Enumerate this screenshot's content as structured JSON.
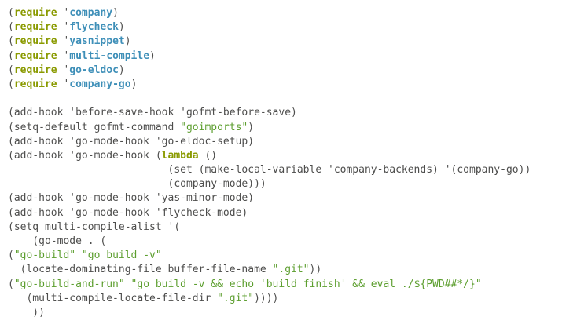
{
  "editor": {
    "colors": {
      "background": "#ffffff",
      "text": "#4d4d4c",
      "keyword": "#8a9a00",
      "quoted_symbol": "#3e8fb8",
      "string": "#5c9e2e"
    },
    "lines": [
      [
        {
          "t": "(",
          "c": "plain"
        },
        {
          "t": "require",
          "c": "kw"
        },
        {
          "t": " '",
          "c": "plain"
        },
        {
          "t": "company",
          "c": "sym"
        },
        {
          "t": ")",
          "c": "plain"
        }
      ],
      [
        {
          "t": "(",
          "c": "plain"
        },
        {
          "t": "require",
          "c": "kw"
        },
        {
          "t": " '",
          "c": "plain"
        },
        {
          "t": "flycheck",
          "c": "sym"
        },
        {
          "t": ")",
          "c": "plain"
        }
      ],
      [
        {
          "t": "(",
          "c": "plain"
        },
        {
          "t": "require",
          "c": "kw"
        },
        {
          "t": " '",
          "c": "plain"
        },
        {
          "t": "yasnippet",
          "c": "sym"
        },
        {
          "t": ")",
          "c": "plain"
        }
      ],
      [
        {
          "t": "(",
          "c": "plain"
        },
        {
          "t": "require",
          "c": "kw"
        },
        {
          "t": " '",
          "c": "plain"
        },
        {
          "t": "multi-compile",
          "c": "sym"
        },
        {
          "t": ")",
          "c": "plain"
        }
      ],
      [
        {
          "t": "(",
          "c": "plain"
        },
        {
          "t": "require",
          "c": "kw"
        },
        {
          "t": " '",
          "c": "plain"
        },
        {
          "t": "go-eldoc",
          "c": "sym"
        },
        {
          "t": ")",
          "c": "plain"
        }
      ],
      [
        {
          "t": "(",
          "c": "plain"
        },
        {
          "t": "require",
          "c": "kw"
        },
        {
          "t": " '",
          "c": "plain"
        },
        {
          "t": "company-go",
          "c": "sym"
        },
        {
          "t": ")",
          "c": "plain"
        }
      ],
      [],
      [
        {
          "t": "(add-hook 'before-save-hook 'gofmt-before-save)",
          "c": "plain"
        }
      ],
      [
        {
          "t": "(setq-default gofmt-command ",
          "c": "plain"
        },
        {
          "t": "\"goimports\"",
          "c": "str"
        },
        {
          "t": ")",
          "c": "plain"
        }
      ],
      [
        {
          "t": "(add-hook 'go-mode-hook 'go-eldoc-setup)",
          "c": "plain"
        }
      ],
      [
        {
          "t": "(add-hook 'go-mode-hook (",
          "c": "plain"
        },
        {
          "t": "lambda",
          "c": "kw"
        },
        {
          "t": " ()",
          "c": "plain"
        }
      ],
      [
        {
          "t": "                          (set (make-local-variable 'company-backends) '(company-go))",
          "c": "plain"
        }
      ],
      [
        {
          "t": "                          (company-mode)))",
          "c": "plain"
        }
      ],
      [
        {
          "t": "(add-hook 'go-mode-hook 'yas-minor-mode)",
          "c": "plain"
        }
      ],
      [
        {
          "t": "(add-hook 'go-mode-hook 'flycheck-mode)",
          "c": "plain"
        }
      ],
      [
        {
          "t": "(setq multi-compile-alist '(",
          "c": "plain"
        }
      ],
      [
        {
          "t": "    (go-mode . (",
          "c": "plain"
        }
      ],
      [
        {
          "t": "(",
          "c": "plain"
        },
        {
          "t": "\"go-build\"",
          "c": "str"
        },
        {
          "t": " ",
          "c": "plain"
        },
        {
          "t": "\"go build -v\"",
          "c": "str"
        }
      ],
      [
        {
          "t": "  (locate-dominating-file buffer-file-name ",
          "c": "plain"
        },
        {
          "t": "\".git\"",
          "c": "str"
        },
        {
          "t": "))",
          "c": "plain"
        }
      ],
      [
        {
          "t": "(",
          "c": "plain"
        },
        {
          "t": "\"go-build-and-run\"",
          "c": "str"
        },
        {
          "t": " ",
          "c": "plain"
        },
        {
          "t": "\"go build -v && echo 'build finish' && eval ./${PWD##*/}\"",
          "c": "str"
        }
      ],
      [
        {
          "t": "   (multi-compile-locate-file-dir ",
          "c": "plain"
        },
        {
          "t": "\".git\"",
          "c": "str"
        },
        {
          "t": "))))",
          "c": "plain"
        }
      ],
      [
        {
          "t": "    ))",
          "c": "plain"
        }
      ]
    ]
  }
}
